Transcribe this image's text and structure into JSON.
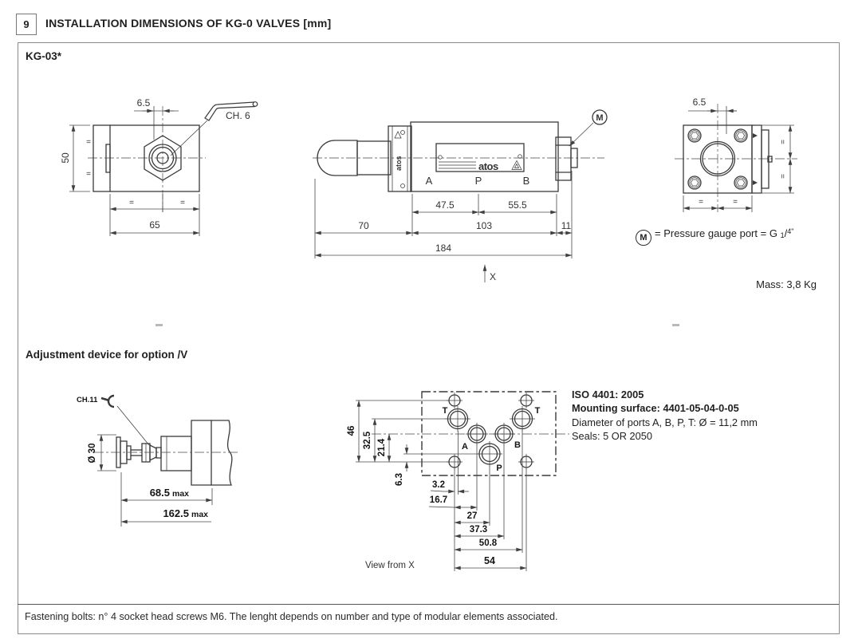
{
  "header": {
    "number": "9",
    "title": "INSTALLATION DIMENSIONS OF KG-0 VALVES [mm]"
  },
  "model": {
    "label": "KG-03*"
  },
  "front_view": {
    "dim_offset": "6.5",
    "wrench_label": "CH. 6",
    "dim_height": "50",
    "dim_width": "65",
    "eq": "="
  },
  "side_view": {
    "brand": "atos",
    "port_a": "A",
    "port_p": "P",
    "port_b": "B",
    "dim_ap": "47.5",
    "dim_pb": "55.5",
    "dim_front": "70",
    "dim_body": "103",
    "dim_rear": "11",
    "dim_total": "184",
    "axis_label": "X",
    "gauge_marker": "M"
  },
  "rear_view": {
    "dim_offset": "6.5",
    "eq": "="
  },
  "gauge_note": {
    "marker": "M",
    "text": "= Pressure gauge port = G",
    "num": "1",
    "slash": "/",
    "den": "4",
    "quote": "\""
  },
  "mass_note": {
    "text": "Mass: 3,8 Kg"
  },
  "adjustment": {
    "title": "Adjustment device for option /V",
    "wrench_label": "CH.11",
    "dim_diameter": "Ø 30",
    "dim_inner": "68.5",
    "dim_inner_suffix": "max",
    "dim_outer": "162.5",
    "dim_outer_suffix": "max"
  },
  "mounting": {
    "view_label": "View from X",
    "port_t1": "T",
    "port_t2": "T",
    "port_a": "A",
    "port_b": "B",
    "port_p": "P",
    "dims_v": [
      "46",
      "32.5",
      "21.4",
      "6.3"
    ],
    "dims_h": [
      "3.2",
      "16.7",
      "27",
      "37.3",
      "50.8",
      "54"
    ],
    "iso_standard": "ISO 4401: 2005",
    "iso_surface": "Mounting surface: 4401-05-04-0-05",
    "iso_ports": "Diameter of ports A, B, P, T: Ø = 11,2 mm",
    "iso_seals": "Seals: 5 OR 2050"
  },
  "footer": {
    "note": "Fastening bolts: n° 4 socket head screws M6. The lenght depends on number and type of modular elements associated."
  }
}
